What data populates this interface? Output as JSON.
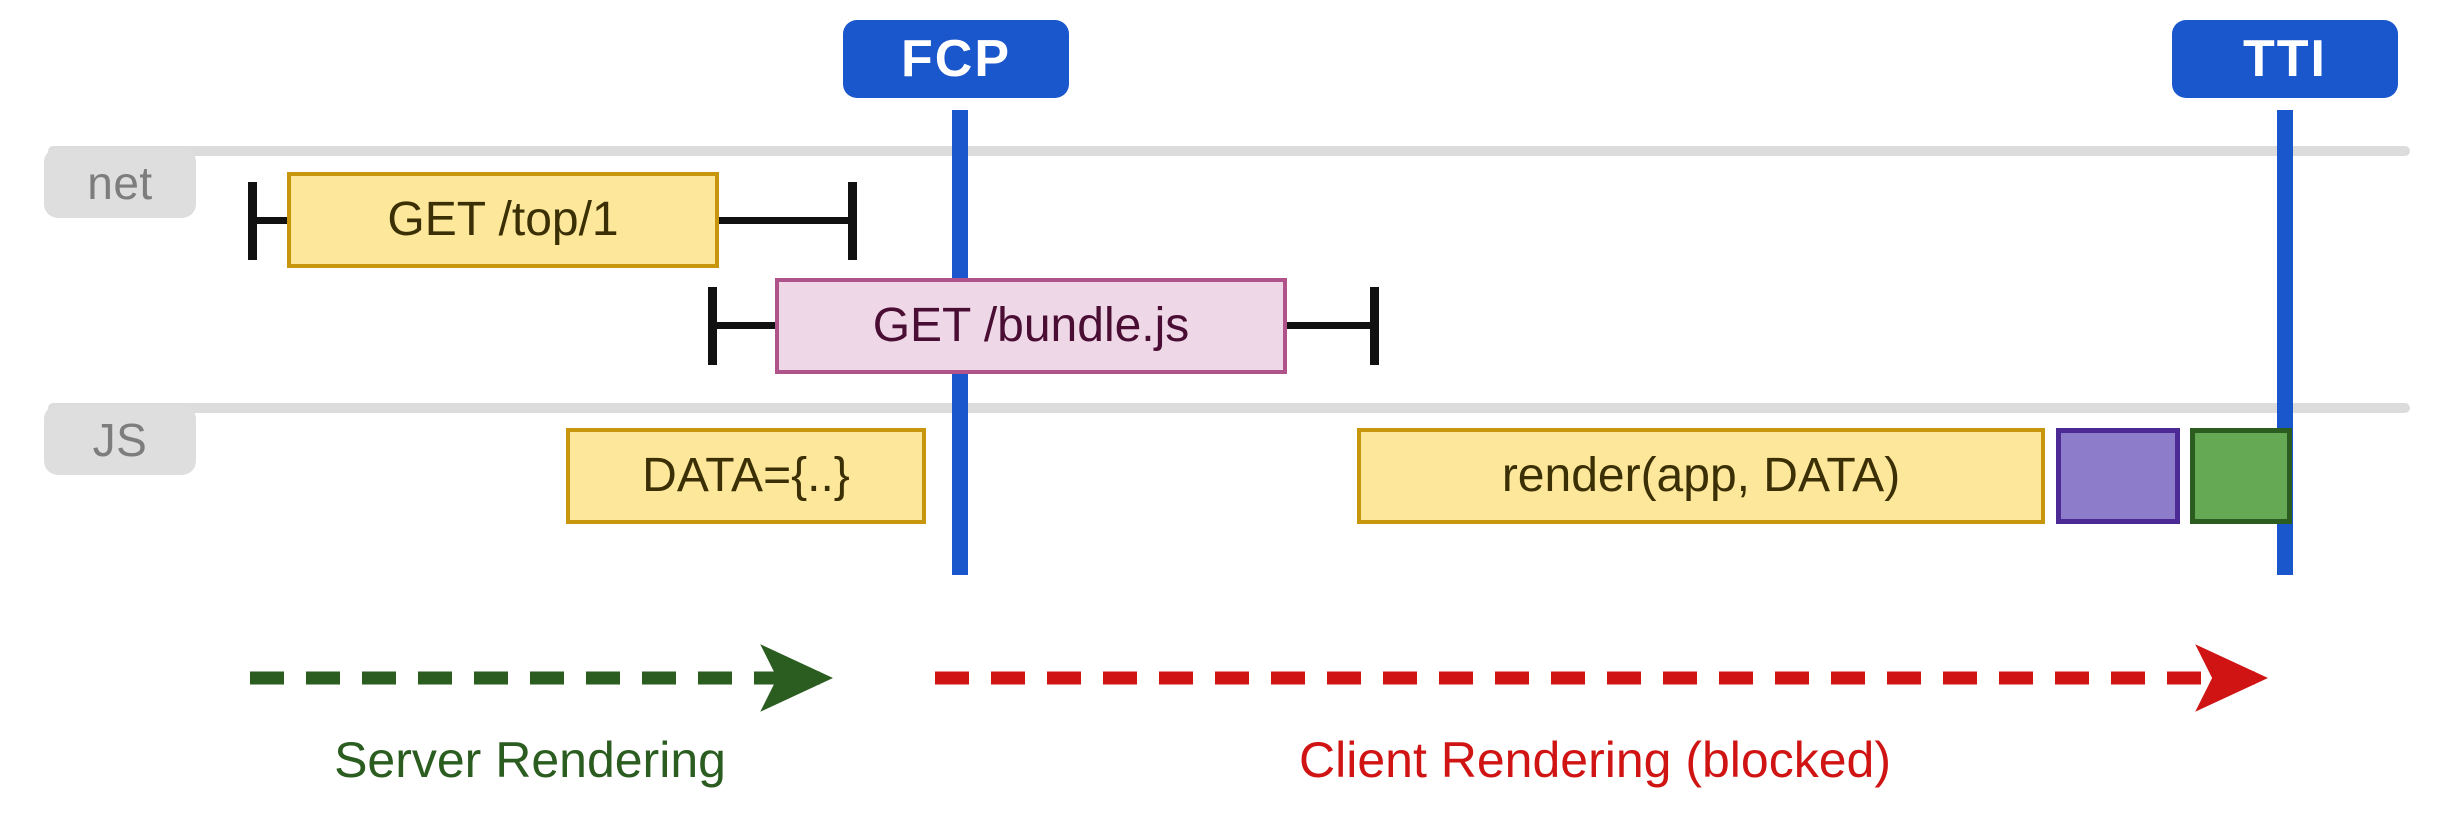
{
  "diagram": {
    "title": "Server rendering vs client rendering timeline",
    "colors": {
      "marker": "#1a56cc",
      "lane_rule": "#dcdcdc",
      "lane_badge": "#dedede",
      "lane_badge_text": "#7d7d7d",
      "bar_yellow_fill": "#fce79a",
      "bar_yellow_border": "#c8960c",
      "bar_pink_fill": "#eed7e6",
      "bar_pink_border": "#b0538a",
      "bar_purple_fill": "#8d7cc9",
      "bar_purple_border": "#4b2a96",
      "bar_green_fill": "#66a955",
      "bar_green_border": "#2a5d1f",
      "whisker": "#111111",
      "server_phase": "#2a5d1f",
      "client_phase": "#d01414"
    }
  },
  "lanes": [
    {
      "id": "net",
      "label": "net"
    },
    {
      "id": "js",
      "label": "JS"
    }
  ],
  "markers": [
    {
      "id": "fcp",
      "label": "FCP"
    },
    {
      "id": "tti",
      "label": "TTI"
    }
  ],
  "tasks": {
    "net": [
      {
        "id": "get-top",
        "label": "GET /top/1",
        "style": "yellow"
      },
      {
        "id": "get-bundle",
        "label": "GET /bundle.js",
        "style": "pink"
      }
    ],
    "js": [
      {
        "id": "data-assign",
        "label": "DATA={..}",
        "style": "yellow"
      },
      {
        "id": "render-call",
        "label": "render(app, DATA)",
        "style": "yellow"
      },
      {
        "id": "purple-task",
        "label": "",
        "style": "purple"
      },
      {
        "id": "green-task",
        "label": "",
        "style": "green"
      }
    ]
  },
  "phases": [
    {
      "id": "server",
      "label": "Server Rendering",
      "color": "#2a5d1f"
    },
    {
      "id": "client",
      "label": "Client Rendering (blocked)",
      "color": "#d01414"
    }
  ]
}
